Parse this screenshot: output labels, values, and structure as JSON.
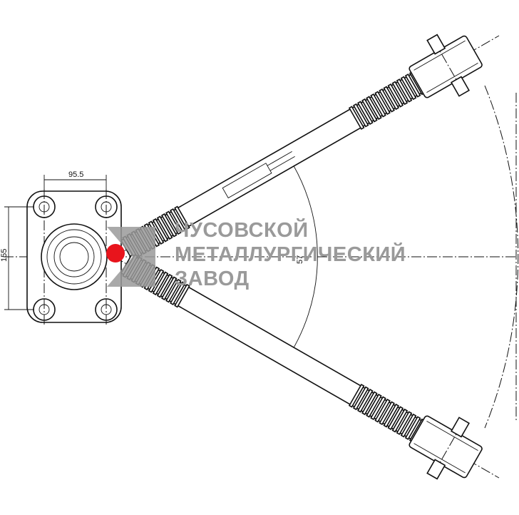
{
  "dimensions": {
    "bolt_spacing": "95.5",
    "flange_height": "155",
    "arm_angle": "57"
  },
  "watermark": {
    "lines": [
      "ЧУСОВСКОЙ",
      "МЕТАЛЛУРГИЧЕСКИЙ",
      "ЗАВОД"
    ],
    "logo_color": "#9a9a9a",
    "accent_color": "#e8141c"
  }
}
